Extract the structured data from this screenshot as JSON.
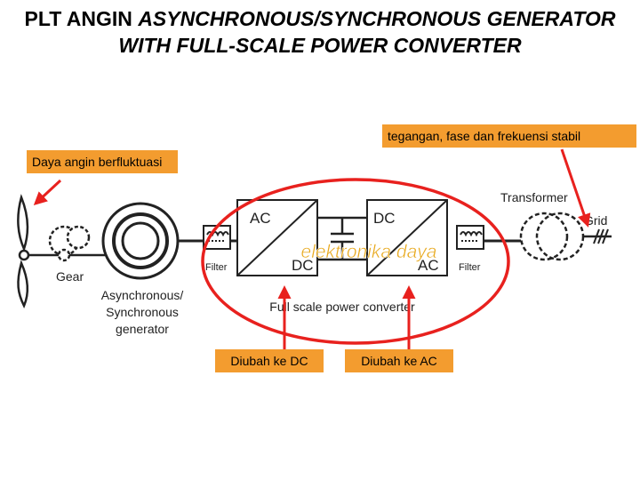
{
  "title": {
    "line1_plain": "PLT ANGIN ",
    "line1_italic": "ASYNCHRONOUS/SYNCHRONOUS GENERATOR",
    "line2_italic": "WITH FULL-SCALE POWER CONVERTER"
  },
  "callouts": {
    "stable_output": "tegangan, fase dan frekuensi stabil",
    "fluctuating_wind": "Daya angin berfluktuasi",
    "to_dc": "Diubah ke DC",
    "to_ac": "Diubah ke AC"
  },
  "diagram": {
    "gear": "Gear",
    "generator_line1": "Asynchronous/",
    "generator_line2": "Synchronous",
    "generator_line3": "generator",
    "filter_left": "Filter",
    "filter_right": "Filter",
    "rectifier_top": "AC",
    "rectifier_bottom": "DC",
    "inverter_top": "DC",
    "inverter_bottom": "AC",
    "converter_caption": "Full scale power converter",
    "transformer": "Transformer",
    "grid": "Grid",
    "overlay": "elektronika daya"
  },
  "colors": {
    "callout_fill": "#f39c2f",
    "arrow": "#e8211e",
    "overlay_text": "#e8a91e",
    "diagram_stroke": "#222222"
  }
}
